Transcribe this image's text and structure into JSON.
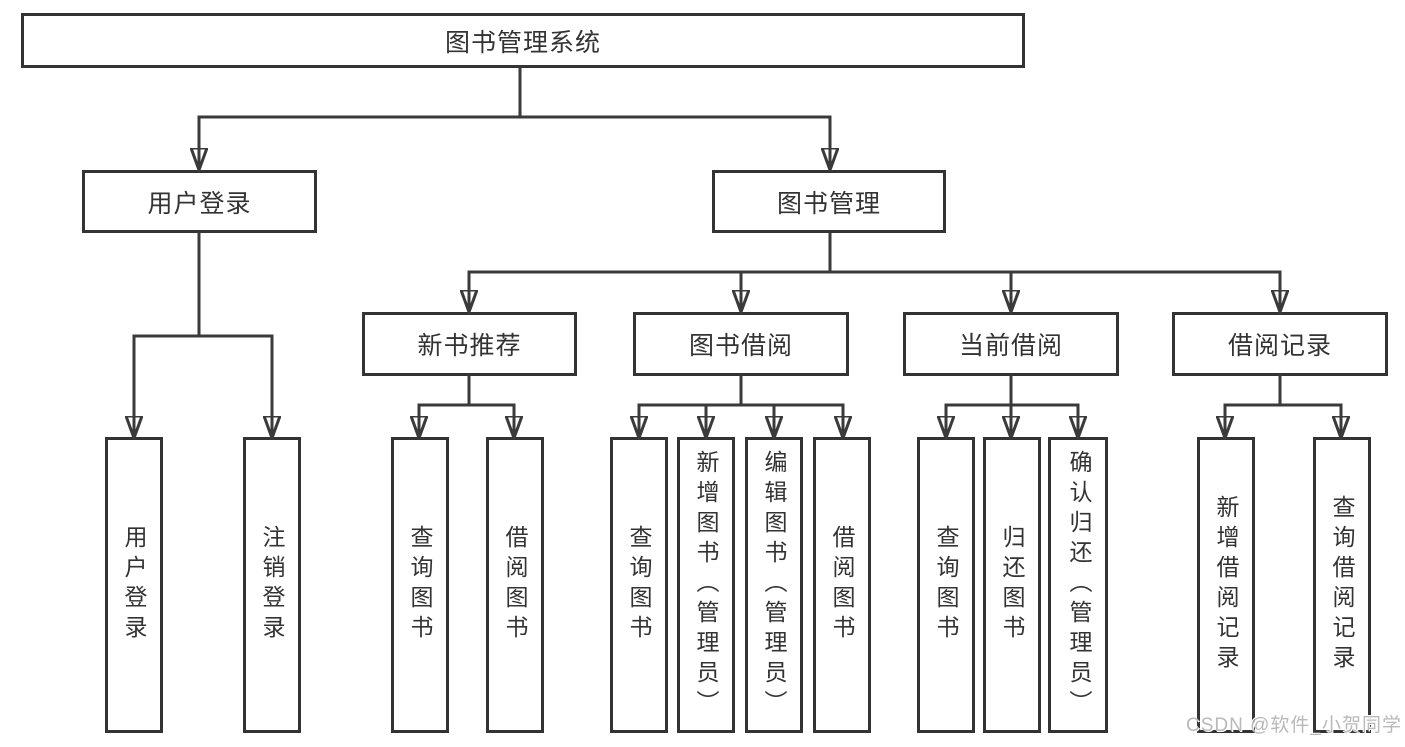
{
  "diagram": {
    "root": {
      "label": "图书管理系统"
    },
    "level2": [
      {
        "label": "用户登录"
      },
      {
        "label": "图书管理"
      }
    ],
    "level3": [
      {
        "label": "新书推荐"
      },
      {
        "label": "图书借阅"
      },
      {
        "label": "当前借阅"
      },
      {
        "label": "借阅记录"
      }
    ],
    "leaves": {
      "login": [
        "用户登录",
        "注销登录"
      ],
      "newbook": [
        "查询图书",
        "借阅图书"
      ],
      "borrow": [
        "查询图书",
        "新增图书（管理员）",
        "编辑图书（管理员）",
        "借阅图书"
      ],
      "current": [
        "查询图书",
        "归还图书",
        "确认归还（管理员）"
      ],
      "record": [
        "新增借阅记录",
        "查询借阅记录"
      ]
    }
  },
  "watermark": {
    "text": "CSDN @软件_小贺同学"
  },
  "colors": {
    "line": "#3a3a3a",
    "box_border": "#333333",
    "text": "#333333",
    "watermark": "#b9b9b9",
    "background": "#ffffff"
  }
}
